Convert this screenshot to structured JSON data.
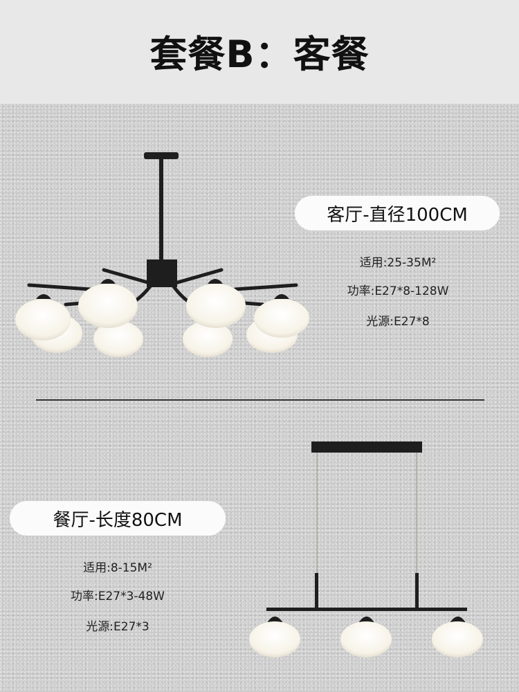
{
  "header": {
    "title": "套餐B：客餐"
  },
  "living_room": {
    "label": "客厅-直径100CM",
    "specs": [
      "适用:25-35M²",
      "功率:E27*8-128W",
      "光源:E27*8"
    ],
    "lamp": {
      "type": "chandelier",
      "shades": 8,
      "finish_color": "#1e1e1e",
      "shade_color": "#fbf8f0"
    }
  },
  "dining_room": {
    "label": "餐厅-长度80CM",
    "specs": [
      "适用:8-15M²",
      "功率:E27*3-48W",
      "光源:E27*3"
    ],
    "lamp": {
      "type": "linear-pendant",
      "shades": 3,
      "finish_color": "#1e1e1e",
      "shade_color": "#fbf8f0"
    }
  }
}
